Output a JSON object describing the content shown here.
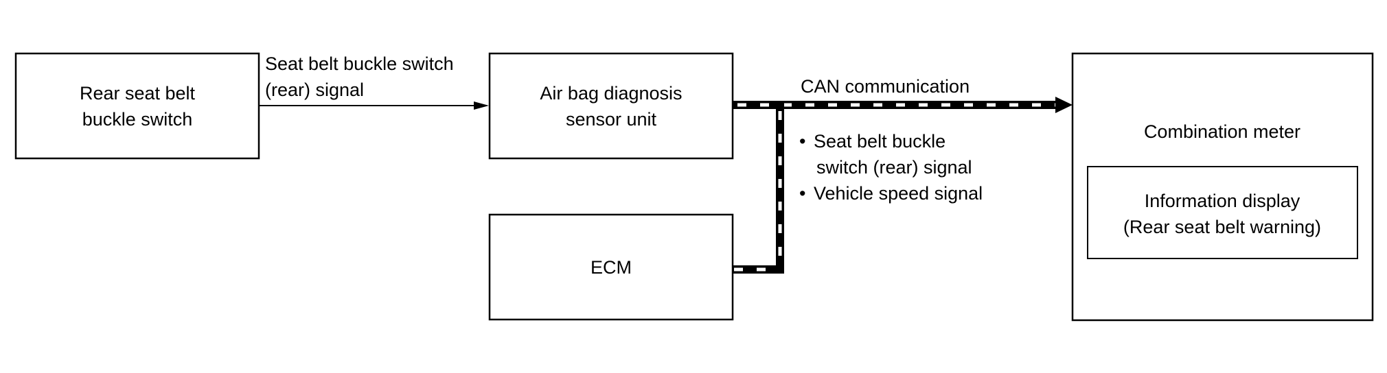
{
  "diagram": {
    "type": "block-diagram",
    "blocks": {
      "rear_switch": {
        "lines": [
          "Rear seat belt",
          "buckle switch"
        ]
      },
      "airbag_unit": {
        "lines": [
          "Air bag diagnosis",
          "sensor unit"
        ]
      },
      "ecm": {
        "lines": [
          "ECM"
        ]
      },
      "combination_meter": {
        "lines": [
          "Combination meter"
        ]
      },
      "information_display": {
        "lines": [
          "Information display",
          "(Rear seat belt warning)"
        ]
      }
    },
    "connections": {
      "switch_to_airbag": {
        "from": "Rear seat belt buckle switch",
        "to": "Air bag diagnosis sensor unit",
        "style": "hardwire",
        "label_lines": [
          "Seat belt buckle switch",
          "(rear) signal"
        ]
      },
      "can_bus": {
        "from": [
          "Air bag diagnosis sensor unit",
          "ECM"
        ],
        "to": "Combination meter",
        "style": "CAN",
        "label": "CAN communication",
        "signals": [
          {
            "bullet": "•",
            "lines": [
              "Seat belt buckle",
              "switch (rear) signal"
            ]
          },
          {
            "bullet": "•",
            "lines": [
              "Vehicle speed signal"
            ]
          }
        ]
      }
    },
    "colors": {
      "line": "#000000",
      "background": "#ffffff",
      "can_dash": "#ffffff"
    }
  }
}
